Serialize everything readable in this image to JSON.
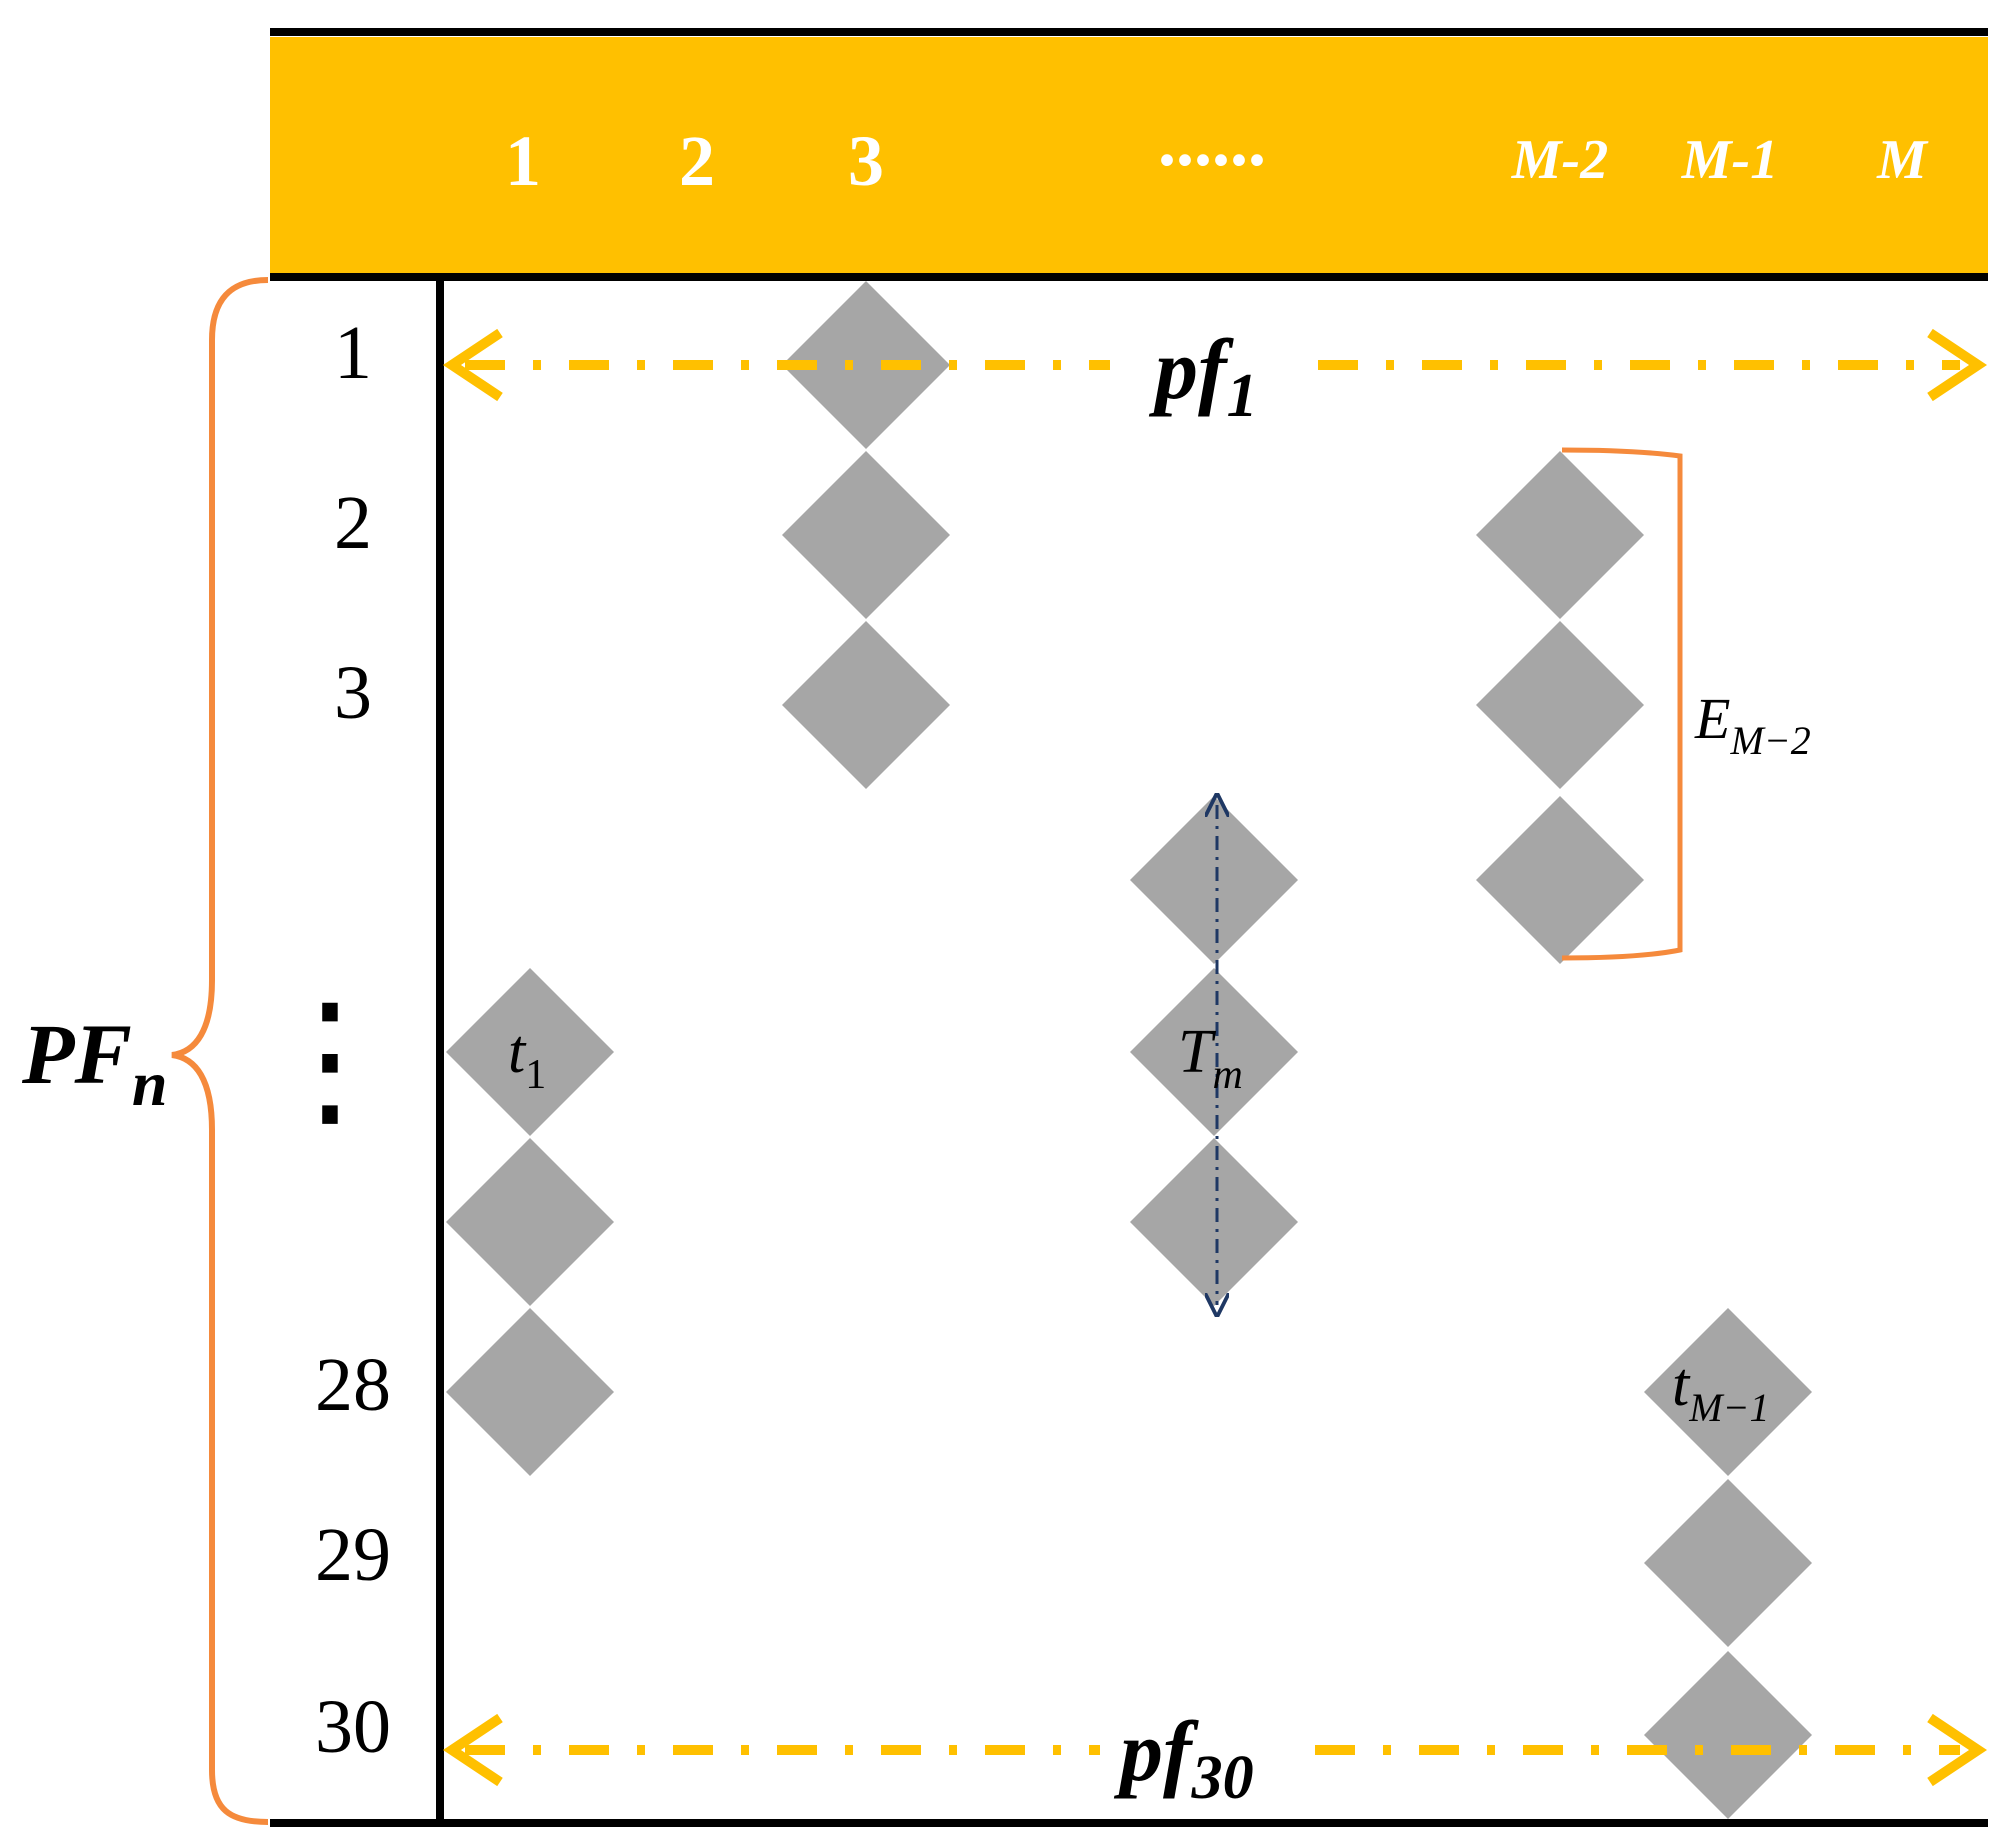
{
  "header": {
    "columns": [
      "1",
      "2",
      "3",
      "......",
      "M-2",
      "M-1",
      "M"
    ],
    "background_color": "#FFC000",
    "text_color": "#FFFFFF"
  },
  "rows": {
    "labels": [
      "1",
      "2",
      "3",
      "28",
      "29",
      "30"
    ],
    "ellipsis": "⋮"
  },
  "annotations": {
    "pf_top": {
      "base": "pf",
      "sub": "1"
    },
    "pf_bottom": {
      "base": "pf",
      "sub": "30"
    },
    "group": {
      "base": "PF",
      "sub": "n"
    },
    "bracket": {
      "base": "E",
      "sub": "M−2"
    },
    "t1": {
      "base": "t",
      "sub": "1"
    },
    "tm": {
      "base": "T",
      "sub": "m"
    },
    "tM1": {
      "base": "t",
      "sub": "M−1"
    }
  },
  "colors": {
    "diamond": "#A6A6A6",
    "arrow": "#FFC000",
    "brace": "#F58A3C",
    "inner_arrow": "#1F3864",
    "line": "#000000"
  }
}
